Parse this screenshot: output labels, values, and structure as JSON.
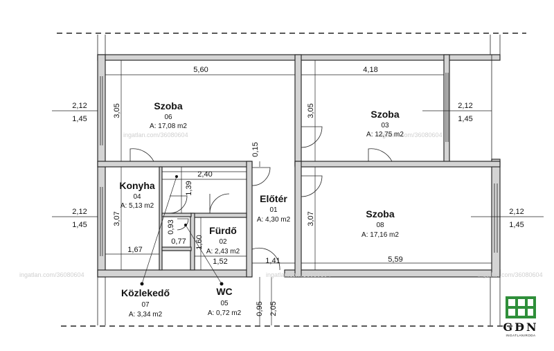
{
  "rooms": [
    {
      "id": "szoba-06",
      "name": "Szoba",
      "number": "06",
      "area": "A: 17,08 m2"
    },
    {
      "id": "szoba-03",
      "name": "Szoba",
      "number": "03",
      "area": "A: 12,75 m2"
    },
    {
      "id": "konyha-04",
      "name": "Konyha",
      "number": "04",
      "area": "A: 5,13 m2"
    },
    {
      "id": "eloter-01",
      "name": "Előtér",
      "number": "01",
      "area": "A: 4,30 m2"
    },
    {
      "id": "szoba-08",
      "name": "Szoba",
      "number": "08",
      "area": "A: 17,16 m2"
    },
    {
      "id": "furdo-02",
      "name": "Fürdő",
      "number": "02",
      "area": "A: 2,43 m2"
    },
    {
      "id": "kozlekedo-07",
      "name": "Közlekedő",
      "number": "07",
      "area": "A: 3,34 m2"
    },
    {
      "id": "wc-05",
      "name": "WC",
      "number": "05",
      "area": "A: 0,72 m2"
    }
  ],
  "dimensions": {
    "top_left_width": "5,60",
    "top_right_width": "4,18",
    "szoba06_height": "3,05",
    "szoba03_height": "3,05",
    "eloter_gap": "0,15",
    "corridor_width": "2,40",
    "konyha_height": "3,07",
    "szoba08_height": "3,07",
    "wc_width_small": "0,93",
    "wc_depth": "0,77",
    "bath_top": "1,39",
    "bath_side": "1,60",
    "bath_width": "1,52",
    "konyha_width": "1,67",
    "entry_width": "1,41",
    "szoba08_width": "5,59",
    "bottom_a": "0,95",
    "bottom_b": "2,05"
  },
  "windows": [
    {
      "id": "left-upper",
      "h": "2,12",
      "sill": "1,45"
    },
    {
      "id": "left-lower",
      "h": "2,12",
      "sill": "1,45"
    },
    {
      "id": "right-upper",
      "h": "2,12",
      "sill": "1,45"
    },
    {
      "id": "right-lower",
      "h": "2,12",
      "sill": "1,45"
    }
  ],
  "watermark": "ingatlan.com/36080604",
  "logo": {
    "letters": "GDN",
    "sub": "INGATLANIRODA"
  }
}
